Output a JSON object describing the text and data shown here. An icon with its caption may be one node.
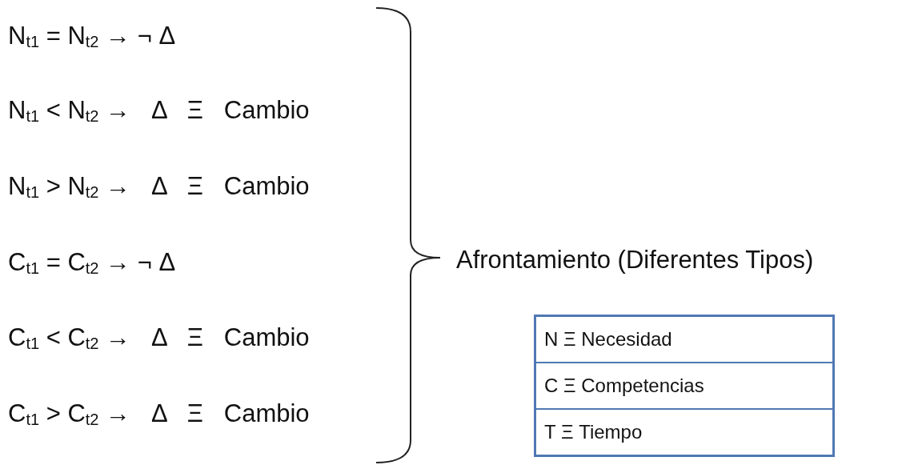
{
  "diagram": {
    "labels": [
      "N$_{t1}$ = N$_{t2}$ → ¬ Δ",
      "N$_{t1}$ < N$_{t2}$ →   Δ   Ξ   Cambio",
      "N$_{t1}$ > N$_{t2}$ →   Δ   Ξ   Cambio",
      "C$_{t1}$ = C$_{t2}$ → ¬ Δ",
      "C$_{t1}$ < C$_{t2}$ →   Δ   Ξ   Cambio",
      "C$_{t1}$ > C$_{t2}$ →   Δ   Ξ   Cambio",
      "Afrontamiento (Diferentes Tipos)",
      "N Ξ Necesidad",
      "C Ξ Competencias",
      "T Ξ Tiempo"
    ]
  }
}
